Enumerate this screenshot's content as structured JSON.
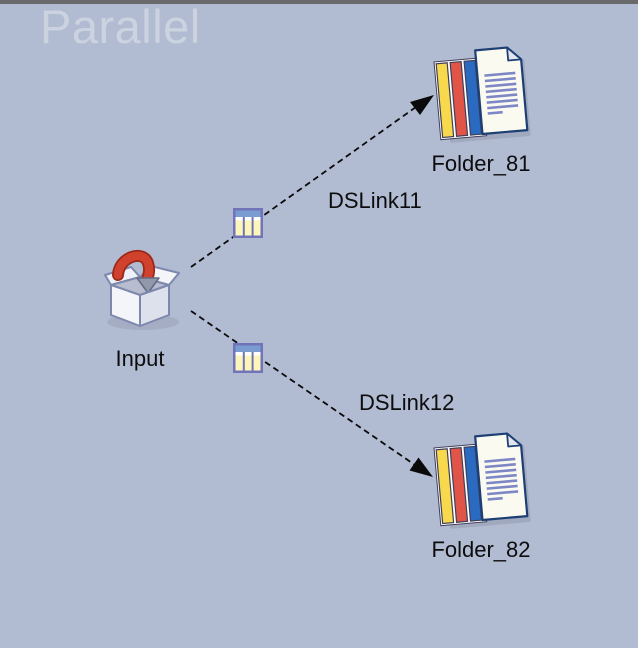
{
  "window": {
    "watermark": "Parallel"
  },
  "stages": {
    "input": {
      "label": "Input"
    },
    "folder81": {
      "label": "Folder_81"
    },
    "folder82": {
      "label": "Folder_82"
    }
  },
  "links": {
    "dslink11": {
      "label": "DSLink11"
    },
    "dslink12": {
      "label": "DSLink12"
    }
  },
  "colors": {
    "canvas_bg": "#b1bbd2",
    "top_strip": "#69696b",
    "watermark_text": "#ccd3e0",
    "link_line": "#0a0a0a",
    "label_text": "#0d0d0d",
    "tbl_border": "#7174b8",
    "tbl_header": "#7b9cd0",
    "tbl_cells": "#fdf6bb",
    "doc_yellow": "#f8d94e",
    "doc_red": "#e05548",
    "doc_blue": "#2a6ac0",
    "doc_outline": "#1d3f74",
    "doc_lines": "#7d87c5",
    "doc_paper": "#fbfaf1",
    "box_outline": "#7e88ad",
    "arrow_red": "#d0422e",
    "arrow_red_dark": "#9c2918"
  }
}
